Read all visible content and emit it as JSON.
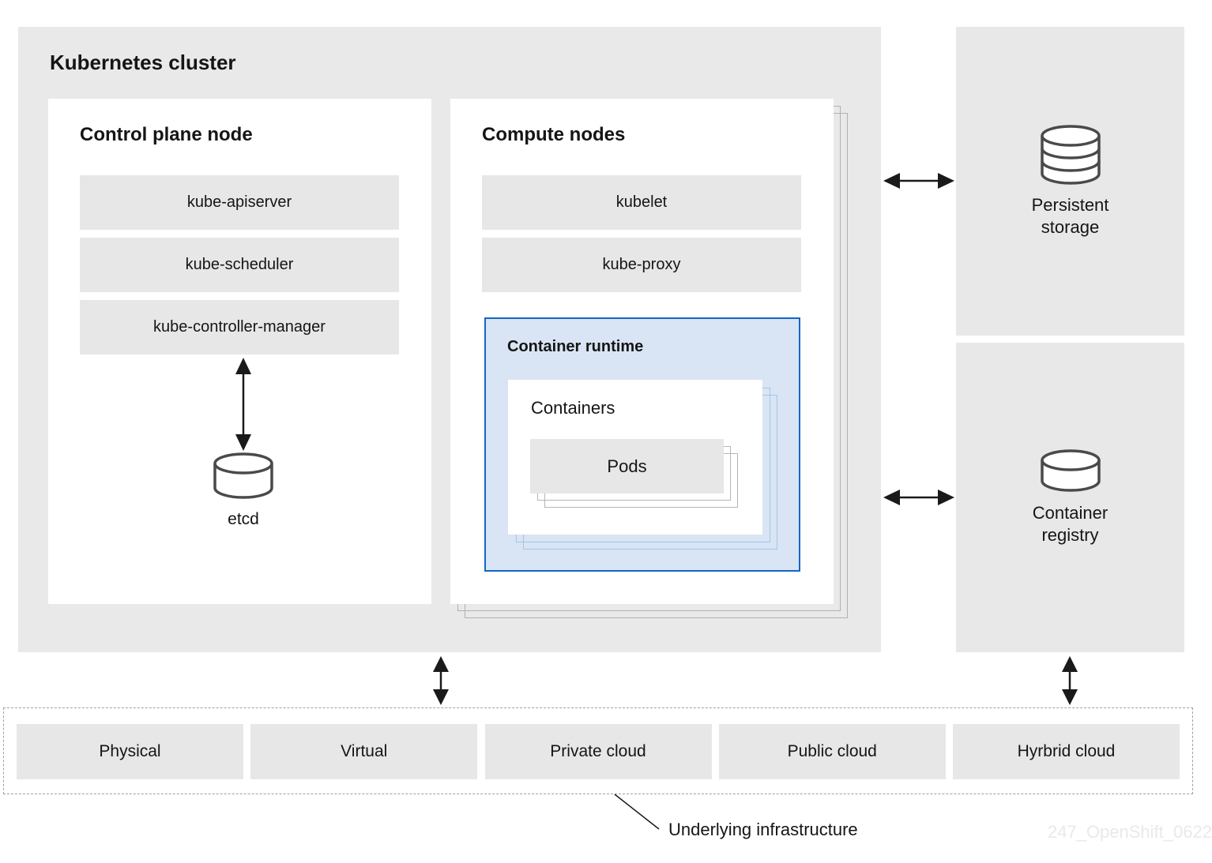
{
  "cluster": {
    "title": "Kubernetes cluster",
    "control_plane": {
      "title": "Control plane node",
      "components": [
        "kube-apiserver",
        "kube-scheduler",
        "kube-controller-manager"
      ],
      "datastore_label": "etcd"
    },
    "compute": {
      "title": "Compute nodes",
      "components": [
        "kubelet",
        "kube-proxy"
      ],
      "container_runtime": {
        "title": "Container runtime",
        "containers_label": "Containers",
        "pods_label": "Pods"
      }
    }
  },
  "external": {
    "persistent_storage_label": "Persistent storage",
    "container_registry_label": "Container registry"
  },
  "infrastructure": {
    "caption": "Underlying infrastructure",
    "options": [
      "Physical",
      "Virtual",
      "Private cloud",
      "Public cloud",
      "Hyrbrid cloud"
    ]
  },
  "watermark": "247_OpenShift_0622",
  "icons": {
    "etcd": "database-cylinder-icon",
    "persistent_storage": "database-stack-icon",
    "container_registry": "disk-cylinder-icon"
  },
  "colors": {
    "container_runtime_border": "#1266c6",
    "container_runtime_fill": "#d9e5f4",
    "box_gray": "#e7e7e7",
    "cluster_gray": "#e9e9e9"
  }
}
